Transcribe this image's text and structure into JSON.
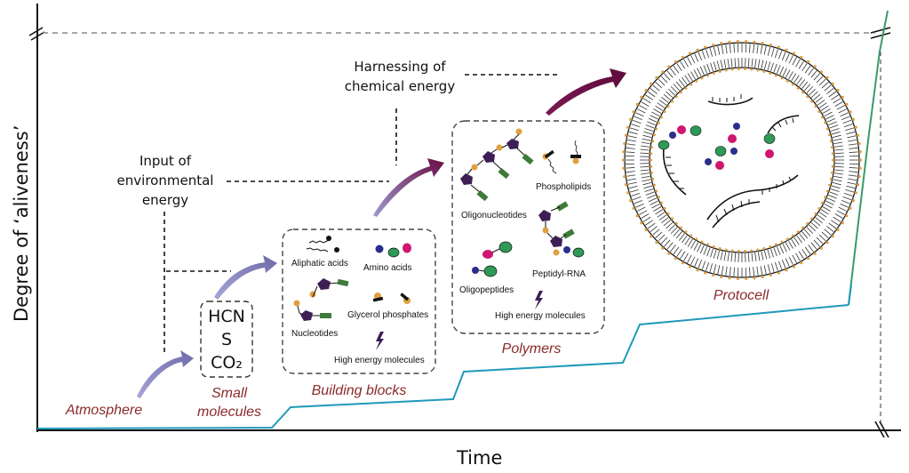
{
  "figure": {
    "axes": {
      "y_label": "Degree of ‘aliveness’",
      "x_label": "Time"
    },
    "energy_labels": {
      "environmental": [
        "Input of",
        "environmental",
        "energy"
      ],
      "chemical": [
        "Harnessing of",
        "chemical energy"
      ]
    },
    "stages": [
      {
        "id": "atmosphere",
        "label": [
          "Atmosphere"
        ]
      },
      {
        "id": "small-molecules",
        "label": [
          "Small",
          "molecules"
        ],
        "contents": [
          "HCN",
          "S",
          "CO₂"
        ]
      },
      {
        "id": "building-blocks",
        "label": [
          "Building blocks"
        ],
        "contents": [
          "Aliphatic acids",
          "Amino acids",
          "Glycerol phosphates",
          "Nucleotides",
          "High energy molecules"
        ]
      },
      {
        "id": "polymers",
        "label": [
          "Polymers"
        ],
        "contents": [
          "Phospholipids",
          "Oligonucleotides",
          "Peptidyl-RNA",
          "Oligopeptides",
          "High energy molecules"
        ]
      },
      {
        "id": "protocell",
        "label": [
          "Protocell"
        ]
      }
    ],
    "colors": {
      "stage_label": "#8b2a2a",
      "trajectory": "#1f9ab8",
      "trajectory_top": "#3a9a6a",
      "nucleotide": "#3d1f55",
      "phosphate": "#e0a040",
      "base": "#3f7a3a",
      "amino_blue": "#2a2f8c",
      "amino_green": "#2d9a55",
      "amino_pink": "#d0166e",
      "arrow_start": "#8a88c0",
      "arrow_end": "#6a0c44"
    }
  }
}
